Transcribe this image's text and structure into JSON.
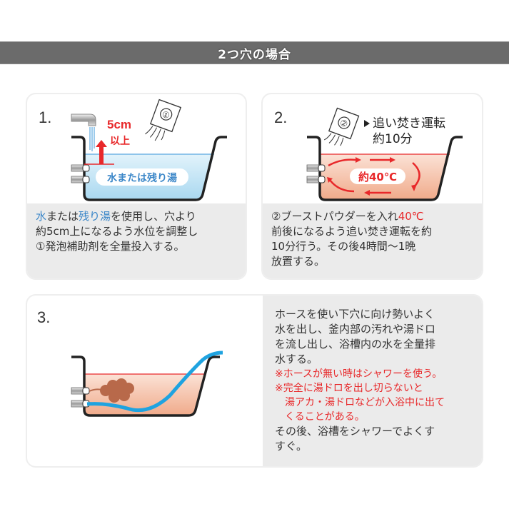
{
  "banner": {
    "title": "2つ穴の場合"
  },
  "steps": [
    {
      "number": "1.",
      "illustration": {
        "packet_label": "①",
        "height_label_1": "5cm",
        "height_label_2": "以上",
        "water_label": "水または残り湯"
      },
      "text": {
        "seg1": "水",
        "seg2": "または",
        "seg3": "残り湯",
        "seg4": "を使用し、穴より",
        "line2": "約5cm上になるよう水位を調整し",
        "line3": "①発泡補助剤を全量投入する。"
      }
    },
    {
      "number": "2.",
      "illustration": {
        "packet_label": "②",
        "reheat_label_1": "追い焚き運転",
        "reheat_label_2": "約10分",
        "temp_label": "約40℃"
      },
      "text": {
        "seg1": "②ブーストパウダーを入れ",
        "seg2": "40℃",
        "line2": "前後になるよう追い焚き運転を約",
        "line3": "10分行う。その後4時間〜1晩",
        "line4": "放置する。"
      }
    },
    {
      "number": "3.",
      "text": {
        "line1": "ホースを使い下穴に向け勢いよく",
        "line2": "水を出し、釜内部の汚れや湯ドロ",
        "line3": "を流し出し、浴槽内の水を全量排",
        "line4": "水する。",
        "note1": "※ホースが無い時はシャワーを使う。",
        "note2_1": "※完全に湯ドロを出し切らないと",
        "note2_2": "湯アカ・湯ドロなどが入浴中に出て",
        "note2_3": "くることがある。",
        "line5": "その後、浴槽をシャワーでよくす",
        "line6": "すぐ。"
      }
    }
  ],
  "colors": {
    "banner_bg": "#6b6b6b",
    "panel_bg": "#ebebeb",
    "accent_blue": "#3a86c8",
    "accent_red": "#e8282a",
    "water_blue": "#bfe3f5",
    "hot_water": "#f3b99d",
    "hose_blue": "#1fa3e0",
    "dirt_brown": "#b8694a"
  }
}
